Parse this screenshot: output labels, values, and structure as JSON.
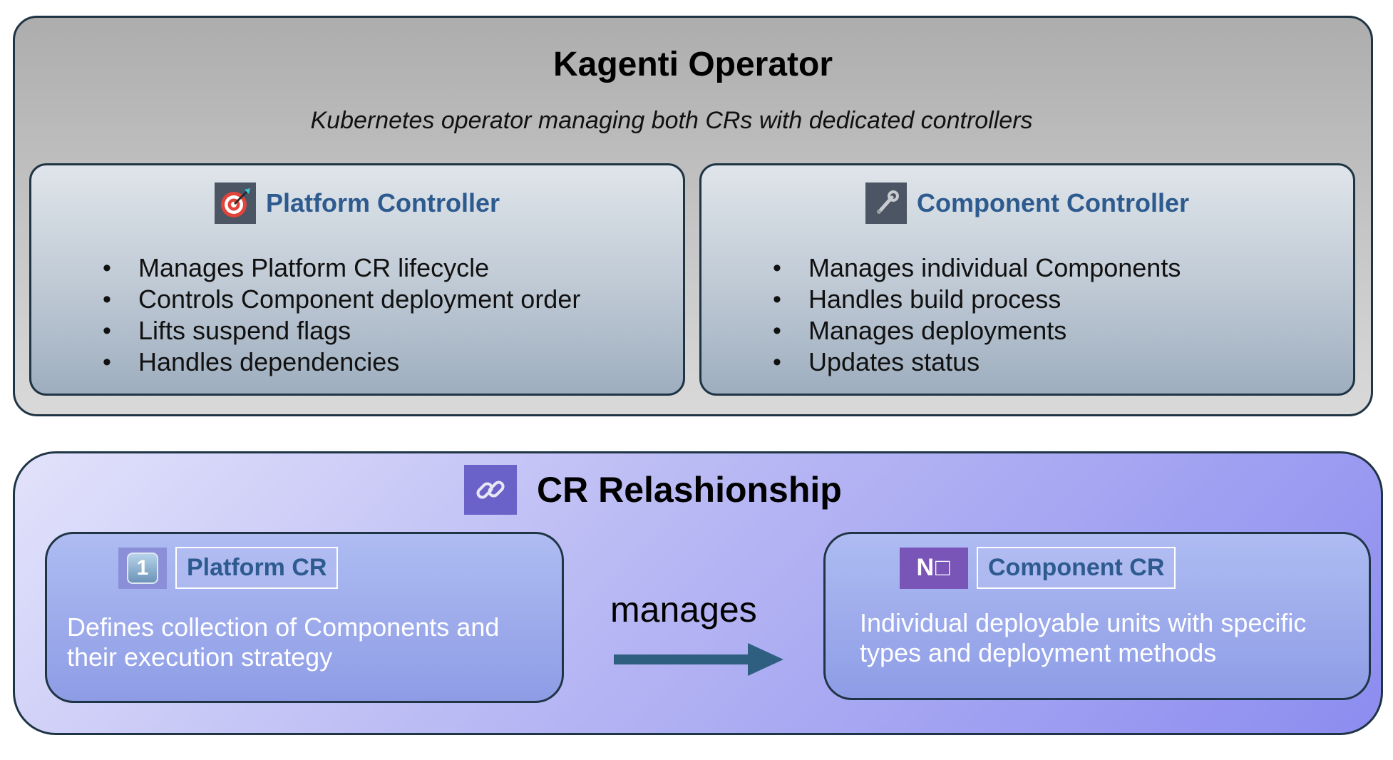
{
  "operator": {
    "title": "Kagenti Operator",
    "subtitle": "Kubernetes operator managing both CRs with dedicated controllers",
    "platform_controller": {
      "icon": "target-icon",
      "title": "Platform Controller",
      "items": [
        "Manages Platform CR lifecycle",
        "Controls Component deployment order",
        "Lifts suspend flags",
        "Handles dependencies"
      ]
    },
    "component_controller": {
      "icon": "wrench-icon",
      "title": "Component Controller",
      "items": [
        "Manages individual Components",
        "Handles build process",
        "Manages deployments",
        "Updates status"
      ]
    }
  },
  "cr_relationship": {
    "icon": "link-icon",
    "title": "CR Relashionship",
    "platform_cr": {
      "icon": "number-one-icon",
      "icon_text": "1",
      "label": "Platform CR",
      "description": "Defines collection of Components and their execution strategy"
    },
    "relation_label": "manages",
    "component_cr": {
      "icon": "n-badge-icon",
      "icon_text": "N□",
      "label": "Component CR",
      "description": "Individual deployable units with specific types and deployment methods"
    }
  },
  "colors": {
    "heading_blue": "#2e5b8f",
    "arrow": "#2f5f80",
    "border": "#1f3444"
  }
}
